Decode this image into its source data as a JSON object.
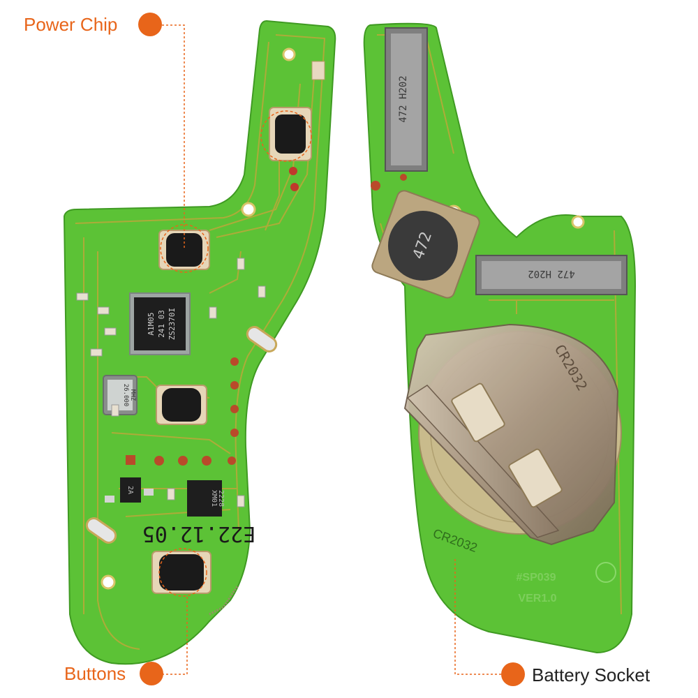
{
  "callouts": {
    "power_chip": "Power Chip",
    "buttons": "Buttons",
    "battery_socket": "Battery Socket"
  },
  "board_left": {
    "chip_text": [
      "A1M05",
      "241 03",
      "ZS2370I"
    ],
    "crystal_text": [
      "26.000",
      "MHZ"
    ],
    "small_chip_text": [
      "XM01",
      "2228"
    ],
    "transistor_text": "2A",
    "date_code": "E22.12.05"
  },
  "board_right": {
    "coil_text": "472",
    "connector_text_top": "472 H202",
    "connector_text_side": "472 H202",
    "battery_label": "CR2032",
    "board_id": "#SP039",
    "version": "VER1.0",
    "coin_text": "CR2032"
  },
  "colors": {
    "accent": "#e8651a",
    "pcb": "#5cc236",
    "pcb_trace": "#c9a43a",
    "metal": "#a89682",
    "black": "#1a1a1a"
  }
}
